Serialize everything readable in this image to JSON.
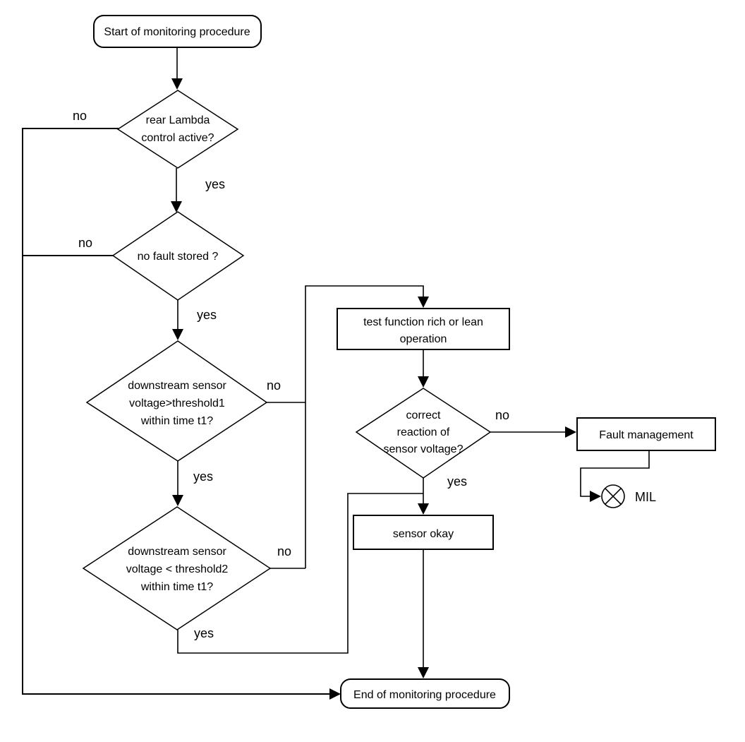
{
  "diagram": {
    "kind": "flowchart",
    "subject": "rear lambda sensor monitoring procedure"
  },
  "colors": {
    "background": "#ffffff",
    "line": "#000000",
    "text": "#000000"
  },
  "labels": {
    "yes": "yes",
    "no": "no"
  },
  "nodes": {
    "start": {
      "type": "terminator",
      "label": "Start of monitoring procedure"
    },
    "d1": {
      "type": "decision",
      "lines": [
        "rear Lambda",
        "control active?"
      ]
    },
    "d2": {
      "type": "decision",
      "lines": [
        "no fault stored ?"
      ]
    },
    "d3": {
      "type": "decision",
      "lines": [
        "downstream sensor",
        "voltage>threshold1",
        "within time t1?"
      ]
    },
    "d4": {
      "type": "decision",
      "lines": [
        "downstream sensor",
        "voltage < threshold2",
        "within time t1?"
      ]
    },
    "test": {
      "type": "process",
      "lines": [
        "test function rich or lean",
        "operation"
      ]
    },
    "d5": {
      "type": "decision",
      "lines": [
        "correct",
        "reaction of",
        "sensor voltage?"
      ]
    },
    "sensor_okay": {
      "type": "process",
      "label": "sensor okay"
    },
    "fault": {
      "type": "process",
      "label": "Fault management"
    },
    "mil": {
      "type": "indicator",
      "label": "MIL"
    },
    "end": {
      "type": "terminator",
      "label": "End of monitoring procedure"
    }
  },
  "edges": [
    {
      "from": "start",
      "to": "d1",
      "label": ""
    },
    {
      "from": "d1",
      "to": "d2",
      "label": "yes"
    },
    {
      "from": "d1",
      "to": "end",
      "label": "no"
    },
    {
      "from": "d2",
      "to": "d3",
      "label": "yes"
    },
    {
      "from": "d2",
      "to": "end",
      "label": "no"
    },
    {
      "from": "d3",
      "to": "d4",
      "label": "yes"
    },
    {
      "from": "d3",
      "to": "test",
      "label": "no"
    },
    {
      "from": "d4",
      "to": "sensor_okay",
      "label": "yes"
    },
    {
      "from": "d4",
      "to": "test",
      "label": "no"
    },
    {
      "from": "test",
      "to": "d5",
      "label": ""
    },
    {
      "from": "d5",
      "to": "sensor_okay",
      "label": "yes"
    },
    {
      "from": "d5",
      "to": "fault",
      "label": "no"
    },
    {
      "from": "fault",
      "to": "mil",
      "label": ""
    },
    {
      "from": "sensor_okay",
      "to": "end",
      "label": ""
    }
  ]
}
